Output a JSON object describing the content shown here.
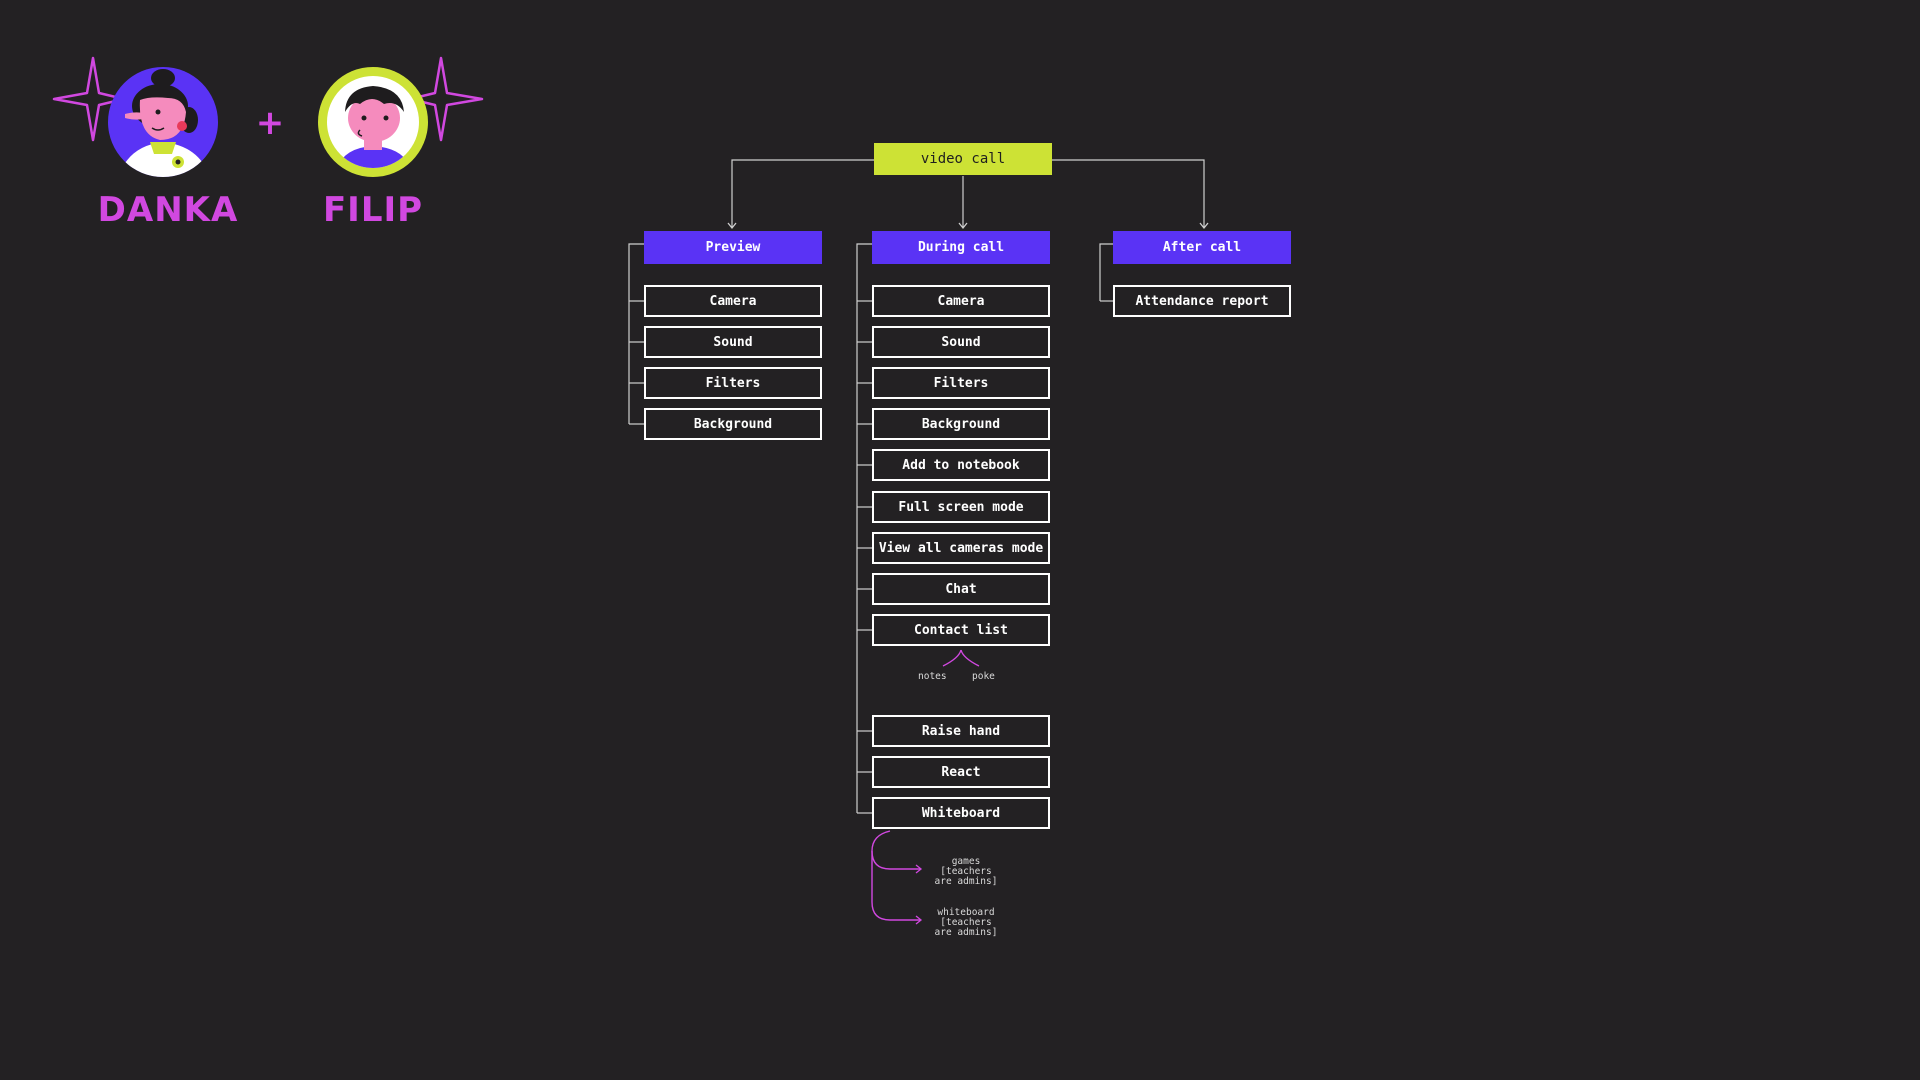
{
  "colors": {
    "background": "#232123",
    "magenta": "#d148e0",
    "violet": "#5a33f5",
    "lime": "#cde235",
    "white": "#ffffff",
    "line": "#cfcfcf"
  },
  "header": {
    "person_left": {
      "name": "DANKA",
      "avatar": "woman-avatar-icon"
    },
    "plus": "+",
    "person_right": {
      "name": "FILIP",
      "avatar": "man-avatar-icon"
    },
    "decoration": "sparkle-icon"
  },
  "diagram": {
    "root": "video call",
    "branches": [
      {
        "title": "Preview",
        "items": [
          "Camera",
          "Sound",
          "Filters",
          "Background"
        ]
      },
      {
        "title": "During call",
        "items": [
          "Camera",
          "Sound",
          "Filters",
          "Background",
          "Add to notebook",
          "Full screen mode",
          "View all cameras mode",
          "Chat",
          "Contact list",
          "Raise hand",
          "React",
          "Whiteboard"
        ]
      },
      {
        "title": "After call",
        "items": [
          "Attendance report"
        ]
      }
    ],
    "contact_list_notes": [
      "notes",
      "poke"
    ],
    "whiteboard_notes": [
      "games\n[teachers\nare admins]",
      "whiteboard\n[teachers\nare admins]"
    ]
  }
}
